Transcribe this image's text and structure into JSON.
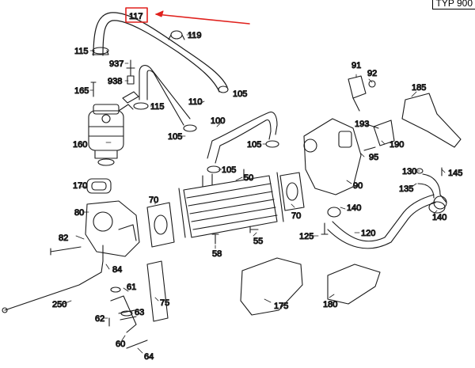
{
  "header": {
    "type_label": "TYP 900"
  },
  "highlight": {
    "part": "117",
    "color": "#e0211d"
  },
  "labels": {
    "l117": "117",
    "l119": "119",
    "l115a": "115",
    "l937": "937",
    "l938": "938",
    "l165": "165",
    "l115b": "115",
    "l160": "160",
    "l110": "110",
    "l105a": "105",
    "l100": "100",
    "l105b": "105",
    "l105c": "105",
    "l105d": "105",
    "l50": "50",
    "l170": "170",
    "l80": "80",
    "l82": "82",
    "l84": "84",
    "l70a": "70",
    "l70b": "70",
    "l58": "58",
    "l55": "55",
    "l91": "91",
    "l92": "92",
    "l185": "185",
    "l193": "193",
    "l190": "190",
    "l95": "95",
    "l90": "90",
    "l130": "130",
    "l145": "145",
    "l135": "135",
    "l140a": "140",
    "l140b": "140",
    "l125": "125",
    "l120": "120",
    "l61": "61",
    "l75": "75",
    "l250": "250",
    "l62": "62",
    "l63": "63",
    "l60": "60",
    "l64": "64",
    "l175": "175",
    "l180": "180"
  }
}
